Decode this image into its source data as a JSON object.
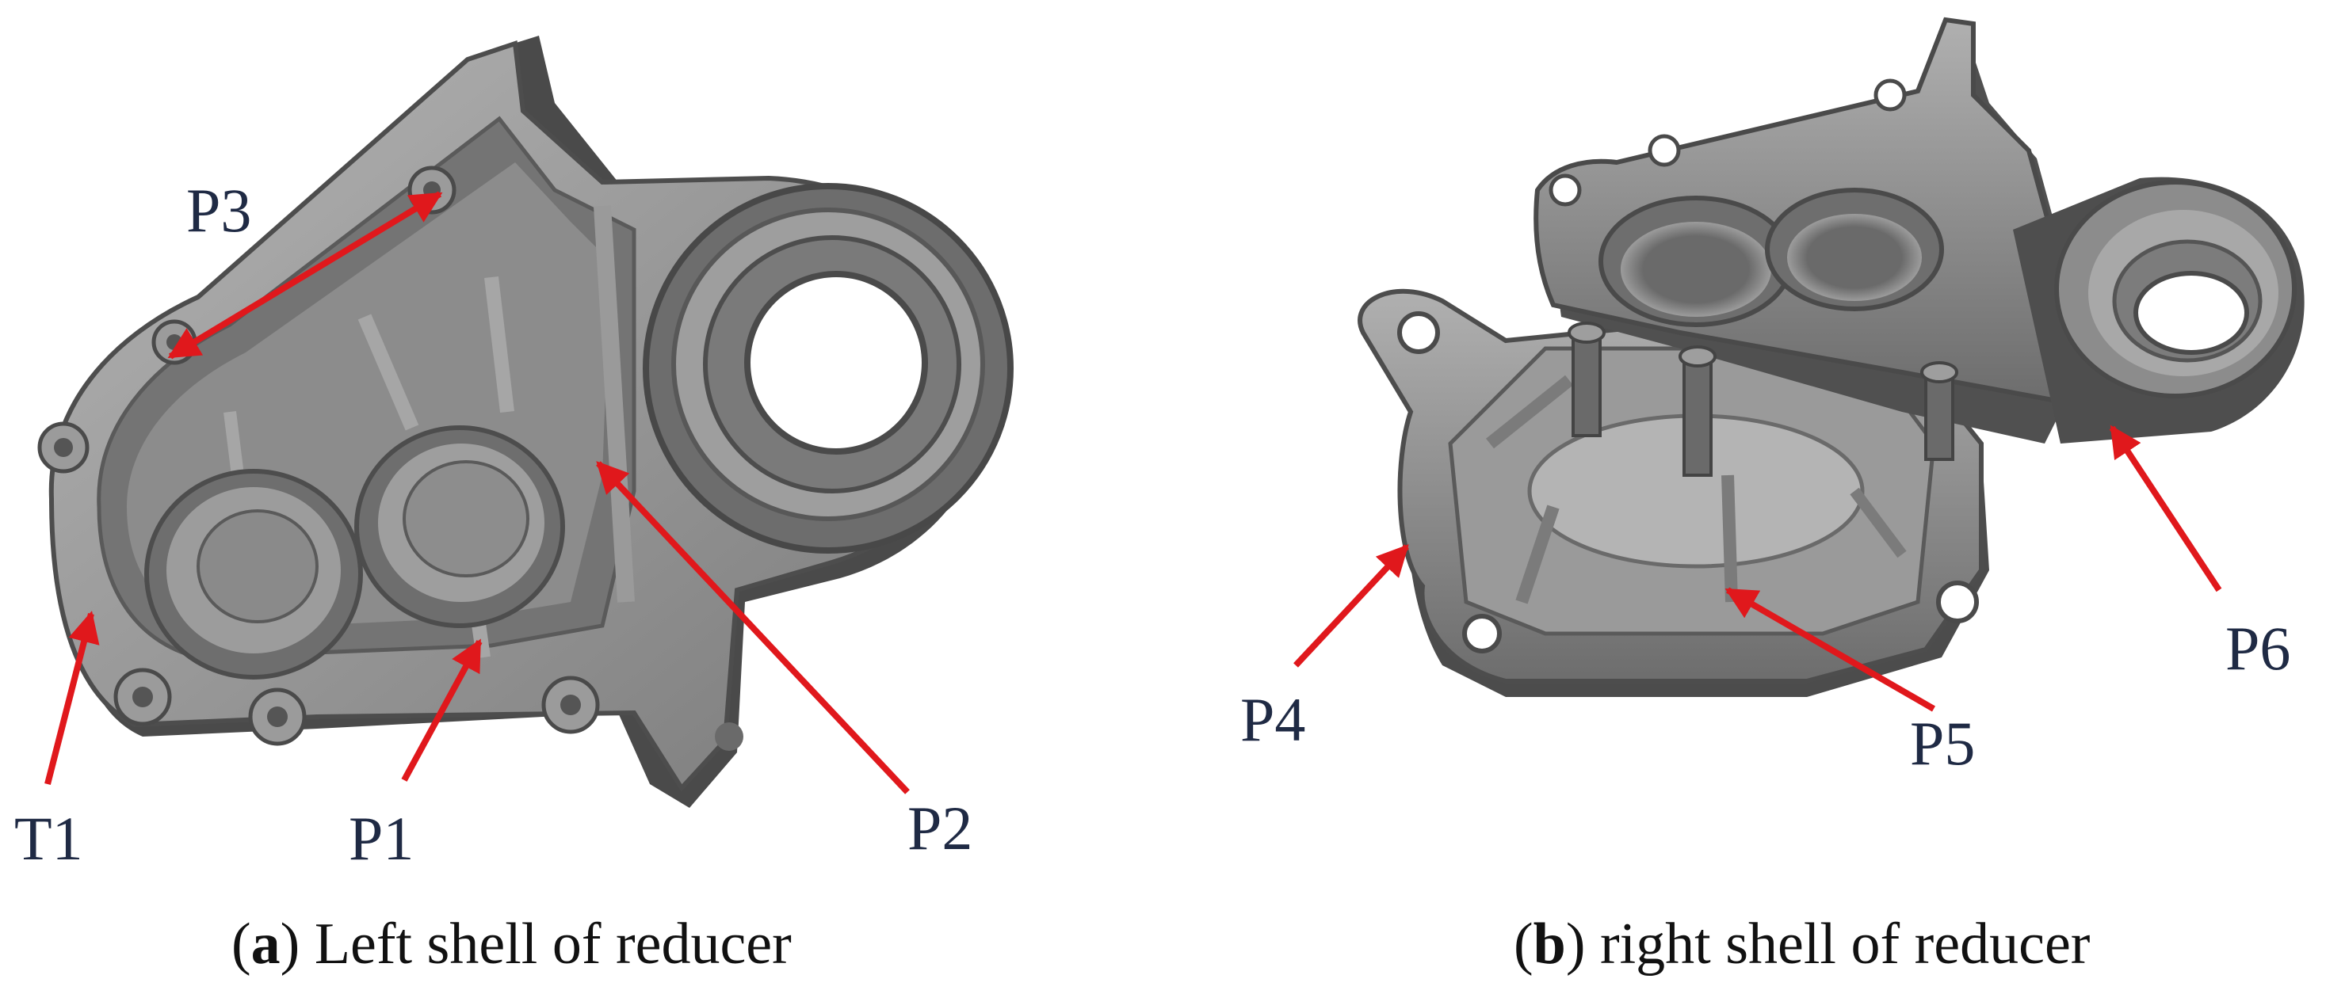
{
  "panels": [
    {
      "id": "a",
      "letter": "a",
      "caption": " Left shell of reducer"
    },
    {
      "id": "b",
      "letter": "b",
      "caption": " right shell of reducer"
    }
  ],
  "labels": {
    "P3": "P3",
    "T1": "T1",
    "P1": "P1",
    "P2": "P2",
    "P4": "P4",
    "P5": "P5",
    "P6": "P6"
  },
  "colors": {
    "arrow": "#e0181c",
    "part_light": "#a9a9a9",
    "part_mid": "#8a8a8a",
    "part_dark": "#5e5e5e",
    "part_shadow": "#3f3f3f",
    "label": "#1f2a44"
  }
}
